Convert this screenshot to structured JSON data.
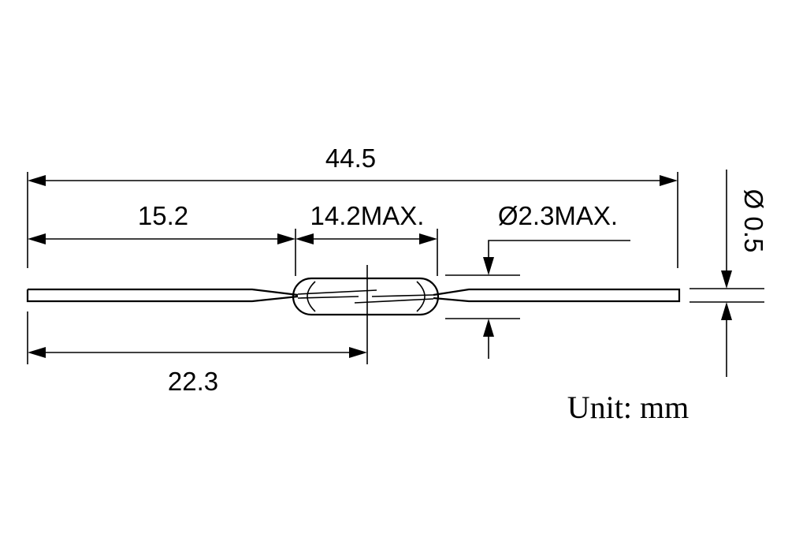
{
  "dimensions": {
    "overall_length": "44.5",
    "lead_length": "15.2",
    "glass_length": "14.2MAX.",
    "glass_diameter": "Ø2.3MAX.",
    "lead_diameter": "Ø 0.5",
    "center_length": "22.3"
  },
  "unit_label": "Unit: mm"
}
